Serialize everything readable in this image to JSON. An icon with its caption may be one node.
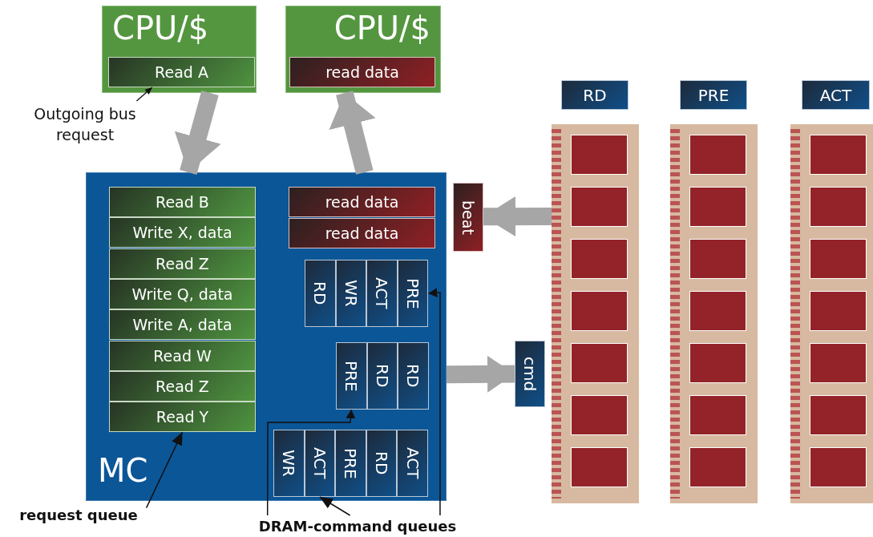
{
  "diagram": {
    "nodes": [
      {
        "text": [
          "CPU/$"
        ]
      },
      {
        "text": [
          "Read A"
        ],
        "in": 0
      },
      {
        "text": [
          "Outgoing bus request"
        ]
      },
      {
        "text": [
          "CPU/$"
        ]
      },
      {
        "text": [
          "read data"
        ],
        "in": 3
      },
      {
        "text": [
          "MC"
        ]
      },
      {
        "text": [
          "Read B"
        ],
        "in": 5
      },
      {
        "text": [
          "Write X, data"
        ],
        "in": 5
      },
      {
        "text": [
          "Read Z"
        ],
        "in": 5
      },
      {
        "text": [
          "Write Q, data"
        ],
        "in": 5
      },
      {
        "text": [
          "Write A, data"
        ],
        "in": 5
      },
      {
        "text": [
          "Read W"
        ],
        "in": 5
      },
      {
        "text": [
          "Read Z"
        ],
        "in": 5
      },
      {
        "text": [
          "Read Y"
        ],
        "in": 5
      },
      {
        "text": [
          "read data"
        ],
        "in": 5
      },
      {
        "text": [
          "read data"
        ],
        "in": 5
      },
      {
        "text": [
          "RD"
        ],
        "in": 5
      },
      {
        "text": [
          "WR"
        ],
        "in": 5
      },
      {
        "text": [
          "ACT"
        ],
        "in": 5
      },
      {
        "text": [
          "PRE"
        ],
        "in": 5
      },
      {
        "text": [
          "PRE"
        ],
        "in": 5
      },
      {
        "text": [
          "RD"
        ],
        "in": 5
      },
      {
        "text": [
          "RD"
        ],
        "in": 5
      },
      {
        "text": [
          "WR"
        ],
        "in": 5
      },
      {
        "text": [
          "ACT"
        ],
        "in": 5
      },
      {
        "text": [
          "PRE"
        ],
        "in": 5
      },
      {
        "text": [
          "RD"
        ],
        "in": 5
      },
      {
        "text": [
          "ACT"
        ],
        "in": 5
      },
      {
        "text": [
          "beat"
        ]
      },
      {
        "text": [
          "cmd"
        ]
      },
      {
        "text": [
          "RD"
        ]
      },
      {
        "text": [
          "PRE"
        ]
      },
      {
        "text": [
          "ACT"
        ]
      },
      {
        "text": [],
        "shape": "box"
      },
      {
        "text": [],
        "shape": "box"
      },
      {
        "text": [],
        "shape": "box"
      },
      {
        "text": [
          "request queue"
        ]
      },
      {
        "text": [
          "DRAM-command queues"
        ]
      }
    ],
    "edges": [
      {
        "from": 0,
        "to": 5,
        "arrow": "to",
        "style": "thick",
        "color": "#a6a6a6"
      },
      {
        "from": 5,
        "to": 3,
        "arrow": "to",
        "style": "thick",
        "color": "#a6a6a6"
      },
      {
        "from": 33,
        "to": 28,
        "arrow": "to",
        "style": "thick",
        "color": "#a6a6a6"
      },
      {
        "from": 5,
        "to": 29,
        "arrow": "to",
        "style": "thick",
        "color": "#a6a6a6"
      },
      {
        "from": 2,
        "to": 1,
        "arrow": "to"
      },
      {
        "from": 36,
        "to": 13,
        "arrow": "to"
      },
      {
        "from": 37,
        "to": 24,
        "arrow": "to"
      },
      {
        "from": 37,
        "to": 20,
        "arrow": "to"
      },
      {
        "from": 37,
        "to": 19,
        "arrow": "to"
      }
    ]
  }
}
